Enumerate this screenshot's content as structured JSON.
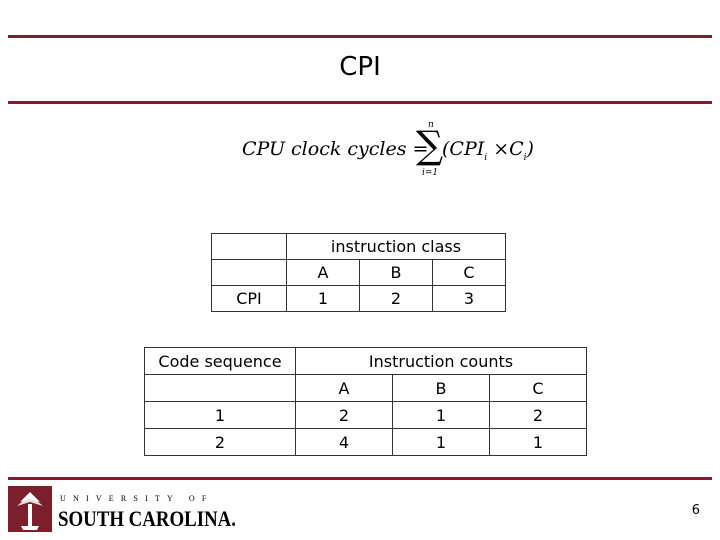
{
  "slide": {
    "title": "CPI",
    "page_number": "6",
    "formula": {
      "lhs": "CPU clock cycles =",
      "sigma": "∑",
      "upper": "n",
      "lower": "i=1",
      "term_cpi": "CPI",
      "sub_i": "i",
      "times": "×",
      "term_c": "C"
    }
  },
  "table1": {
    "header": "instruction class",
    "classes": [
      "A",
      "B",
      "C"
    ],
    "row_label": "CPI",
    "values": [
      "1",
      "2",
      "3"
    ]
  },
  "table2": {
    "col1_header": "Code sequence",
    "col2_header": "Instruction counts",
    "classes": [
      "A",
      "B",
      "C"
    ],
    "rows": [
      {
        "label": "1",
        "values": [
          "2",
          "1",
          "2"
        ]
      },
      {
        "label": "2",
        "values": [
          "4",
          "1",
          "1"
        ]
      }
    ]
  },
  "logo": {
    "top_text": "UNIVERSITY OF",
    "bottom_text": "SOUTH CAROLINA."
  },
  "colors": {
    "accent": "#7a1f2b"
  }
}
